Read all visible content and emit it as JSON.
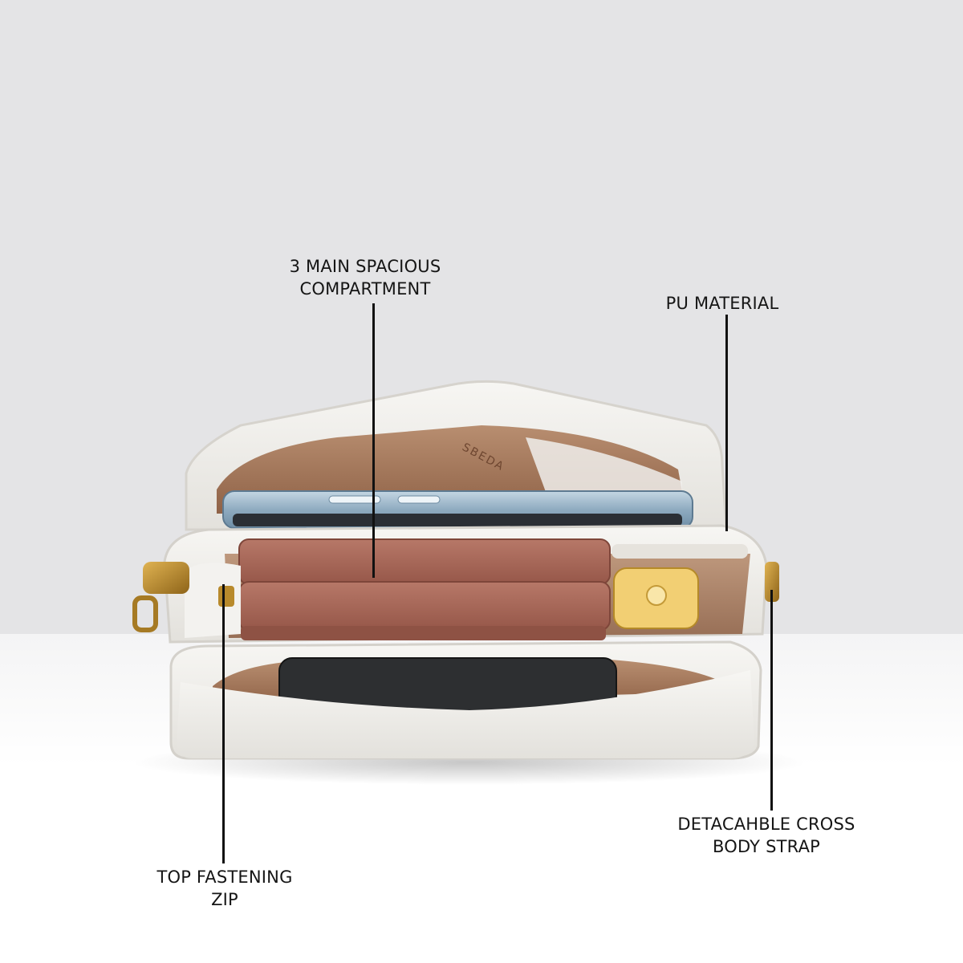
{
  "callouts": {
    "compartment": {
      "line1": "3 MAIN SPACIOUS",
      "line2": "COMPARTMENT"
    },
    "material": {
      "line1": "PU MATERIAL"
    },
    "strap": {
      "line1": "DETACAHBLE CROSS",
      "line2": "BODY STRAP"
    },
    "zip": {
      "line1": "TOP FASTENING",
      "line2": "ZIP"
    }
  },
  "brand_emboss": "SBEDA",
  "colors": {
    "background_top": "#e4e4e6",
    "background_bottom": "#ffffff",
    "bag_leather": "#f1f0ed",
    "lining": "#a77a5d",
    "wallet": "#a8675a",
    "phone": "#9fb9cc",
    "hardware": "#b9892c",
    "leader_line": "#111111"
  }
}
